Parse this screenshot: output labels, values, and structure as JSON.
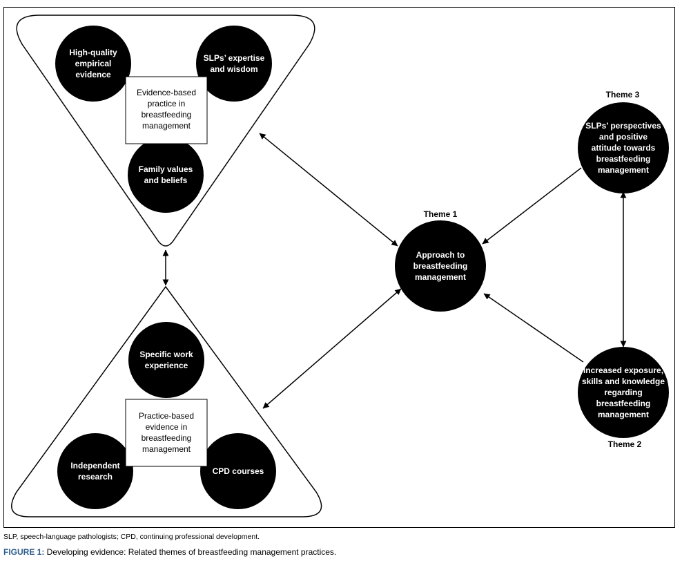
{
  "diagram": {
    "top_triangle": {
      "box_label": [
        "Evidence-based",
        "practice in",
        "breastfeeding",
        "management"
      ],
      "circles": [
        [
          "High-quality",
          "empirical",
          "evidence"
        ],
        [
          "SLPs’ expertise",
          "and wisdom"
        ],
        [
          "Family values",
          "and beliefs"
        ]
      ]
    },
    "bottom_triangle": {
      "box_label": [
        "Practice-based",
        "evidence in",
        "breastfeeding",
        "management"
      ],
      "circles": [
        [
          "Specific work",
          "experience"
        ],
        [
          "Independent",
          "research"
        ],
        [
          "CPD courses"
        ]
      ]
    },
    "theme1": {
      "label": "Theme 1",
      "circle": [
        "Approach to",
        "breastfeeding",
        "management"
      ]
    },
    "theme2": {
      "label": "Theme 2",
      "circle": [
        "Increased exposure,",
        "skills and knowledge",
        "regarding",
        "breastfeeding",
        "management"
      ]
    },
    "theme3": {
      "label": "Theme 3",
      "circle": [
        "SLPs’ perspectives",
        "and positive",
        "attitude towards",
        "breastfeeding",
        "management"
      ]
    }
  },
  "footnote": "SLP, speech-language pathologists; CPD, continuing professional development.",
  "caption": {
    "figure_number": "FIGURE 1:",
    "text": " Developing evidence: Related themes of breastfeeding management practices."
  }
}
